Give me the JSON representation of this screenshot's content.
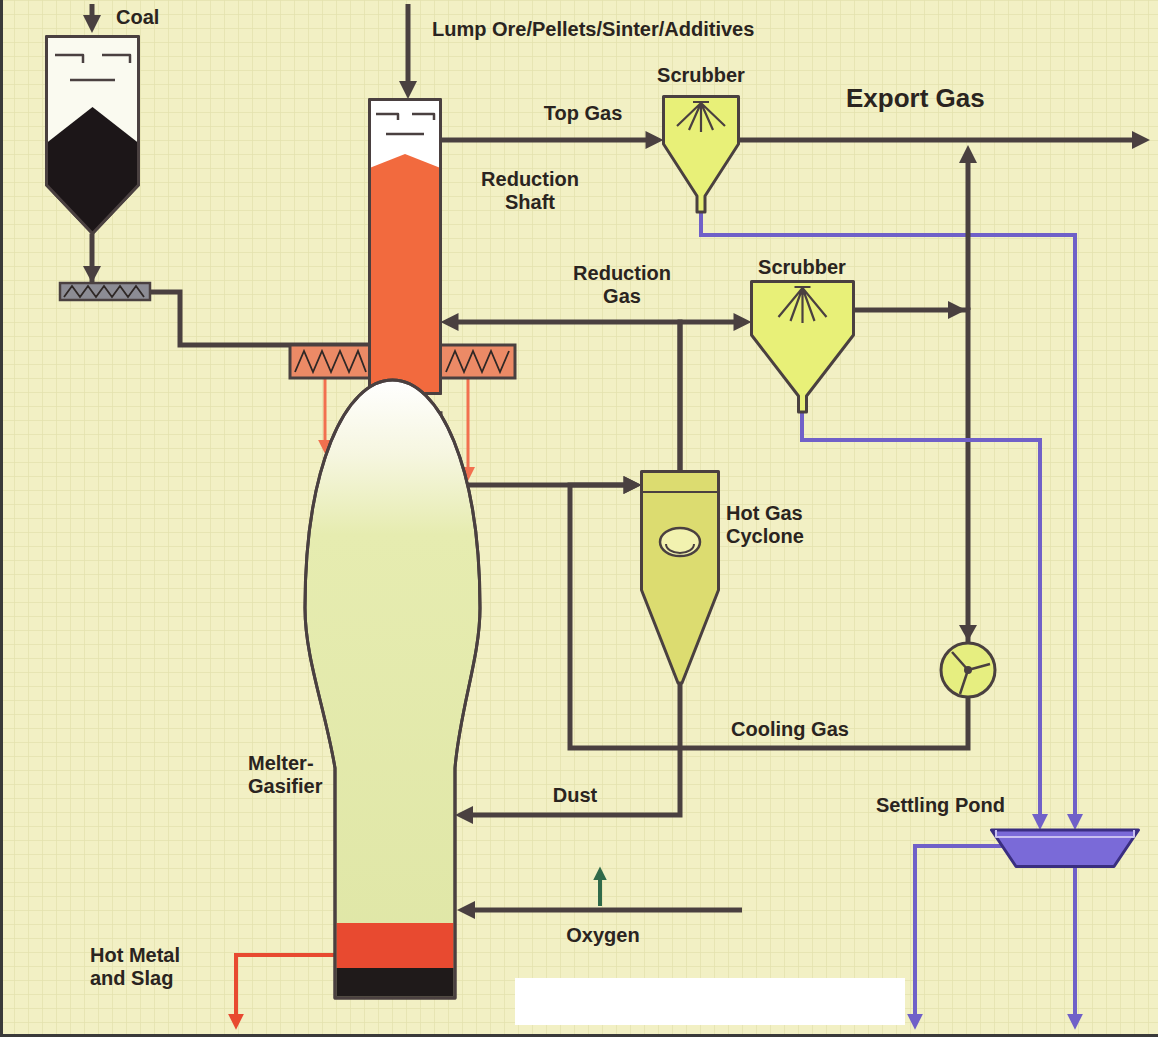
{
  "diagram": {
    "nodes": [
      {
        "text": [
          "Coal"
        ]
      },
      {
        "text": [
          "Reduction Shaft"
        ]
      },
      {
        "text": [
          "Scrubber"
        ]
      },
      {
        "text": [
          "Scrubber"
        ]
      },
      {
        "text": [
          "Hot Gas Cyclone"
        ]
      },
      {
        "text": [
          "Melter-Gasifier"
        ]
      },
      {
        "text": [
          "Settling Pond"
        ]
      }
    ],
    "edges": [
      {
        "from": 0,
        "to": 5,
        "arrow": "to"
      },
      {
        "from": 1,
        "to": 2,
        "label": "Top Gas",
        "arrow": "to"
      },
      {
        "from": 4,
        "to": 1,
        "label": "Reduction Gas",
        "arrow": "to"
      },
      {
        "from": 4,
        "to": 3,
        "arrow": "to"
      },
      {
        "from": 5,
        "to": 4,
        "arrow": "to"
      },
      {
        "from": 1,
        "to": 5,
        "arrow": "to"
      },
      {
        "from": 1,
        "to": 5,
        "arrow": "to"
      },
      {
        "from": 3,
        "to": 4,
        "label": "Cooling Gas",
        "arrow": "to"
      },
      {
        "from": 4,
        "to": 5,
        "label": "Dust",
        "arrow": "to"
      },
      {
        "from": 2,
        "to": 6,
        "arrow": "to"
      },
      {
        "from": 3,
        "to": 6,
        "arrow": "to"
      }
    ],
    "labels": [
      "Lump Ore/Pellets/Sinter/Additives",
      "Export Gas",
      "Oxygen",
      "Hot Metal and Slag"
    ]
  }
}
